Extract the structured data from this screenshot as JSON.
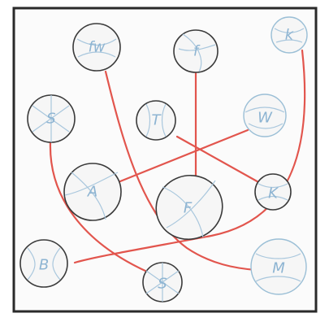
{
  "nodes": [
    {
      "id": "fw",
      "label": "fw"
    },
    {
      "id": "f-top",
      "label": "f"
    },
    {
      "id": "k-top",
      "label": "k"
    },
    {
      "id": "s-left",
      "label": "S"
    },
    {
      "id": "t",
      "label": "T"
    },
    {
      "id": "w",
      "label": "W"
    },
    {
      "id": "a",
      "label": "A"
    },
    {
      "id": "f-big",
      "label": "F"
    },
    {
      "id": "k-right",
      "label": "K"
    },
    {
      "id": "b",
      "label": "B"
    },
    {
      "id": "s-bottom",
      "label": "S"
    },
    {
      "id": "m",
      "label": "M"
    }
  ],
  "edges": [
    [
      "fw",
      "m"
    ],
    [
      "f-top",
      "f-big"
    ],
    [
      "k-top",
      "b"
    ],
    [
      "s-left",
      "s-bottom"
    ],
    [
      "t",
      "k-right"
    ],
    [
      "w",
      "a"
    ]
  ],
  "colors": {
    "frame": "#2a2a2a",
    "link": "#e2554d",
    "ball": "#3a3a3a",
    "label": "#8db4d2"
  }
}
